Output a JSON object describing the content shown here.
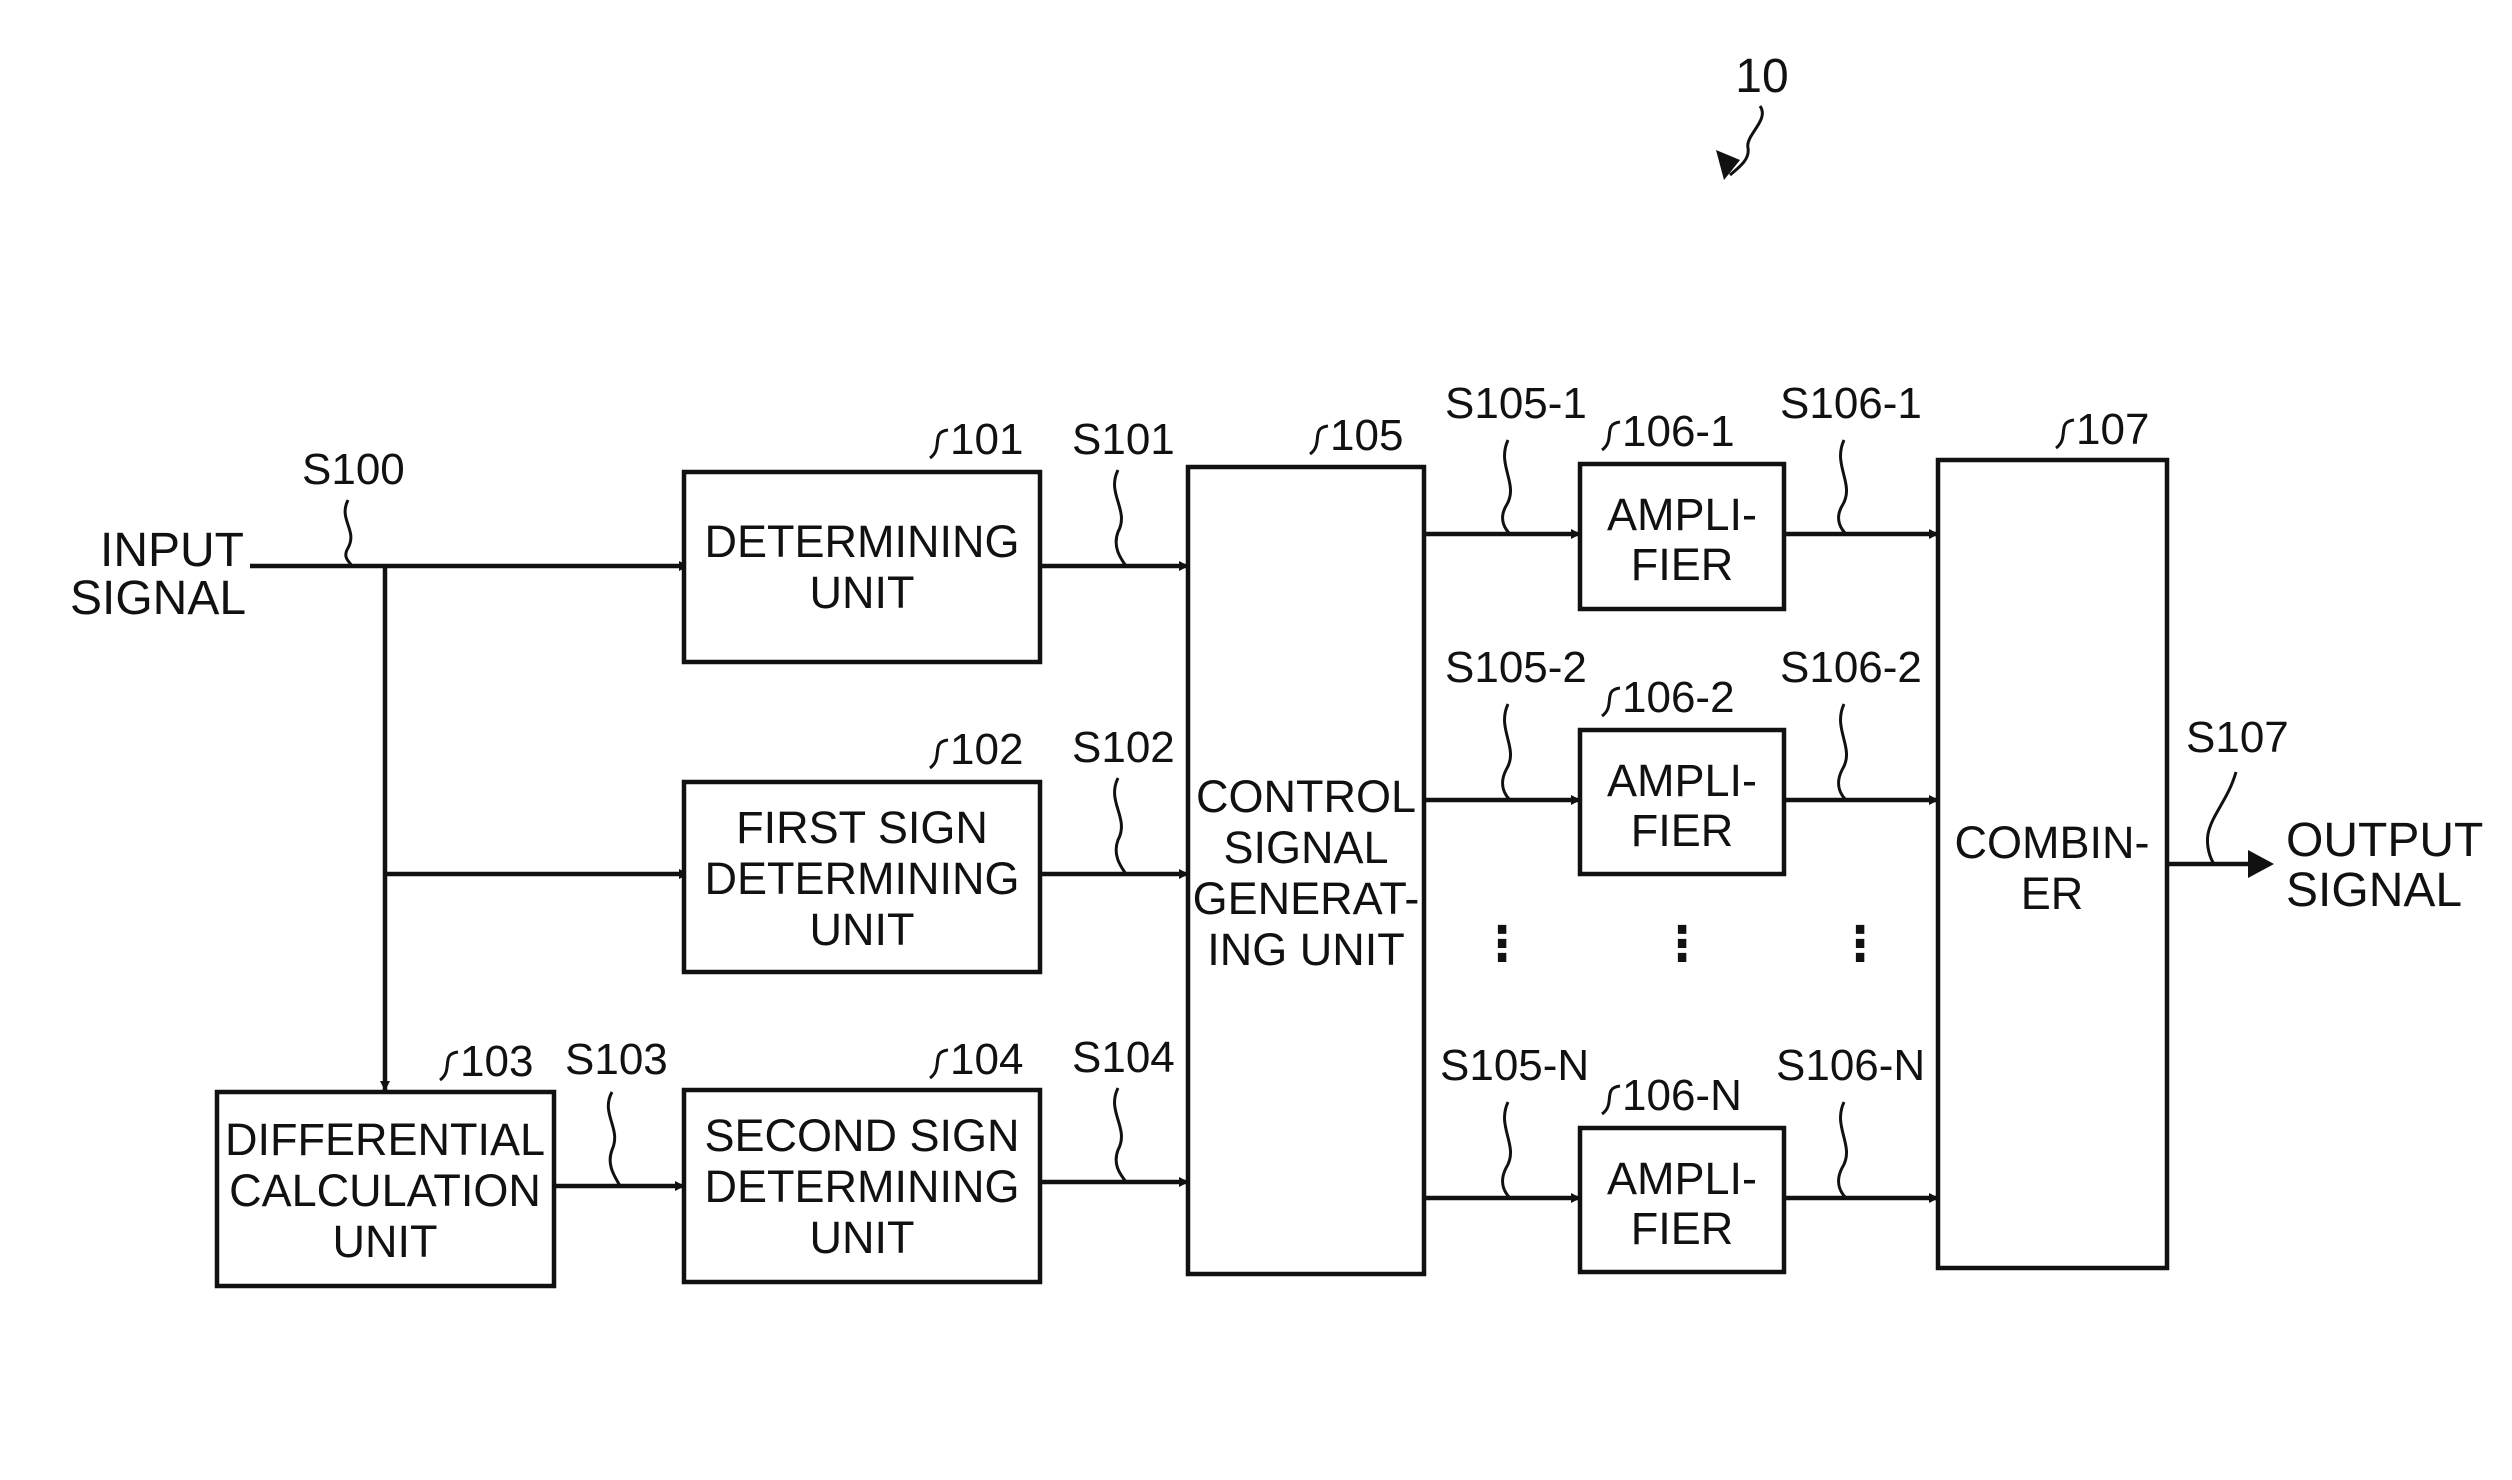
{
  "figure": {
    "ref": "10",
    "input": [
      "INPUT",
      "SIGNAL"
    ],
    "output": [
      "OUTPUT",
      "SIGNAL"
    ],
    "ellipsis": "⋮",
    "blocks": {
      "b101": {
        "ref": "101",
        "lines": [
          "DETERMINING",
          "UNIT"
        ]
      },
      "b102": {
        "ref": "102",
        "lines": [
          "FIRST SIGN",
          "DETERMINING",
          "UNIT"
        ]
      },
      "b103": {
        "ref": "103",
        "lines": [
          "DIFFERENTIAL",
          "CALCULATION",
          "UNIT"
        ]
      },
      "b104": {
        "ref": "104",
        "lines": [
          "SECOND SIGN",
          "DETERMINING",
          "UNIT"
        ]
      },
      "b105": {
        "ref": "105",
        "lines": [
          "CONTROL",
          "SIGNAL",
          "GENERAT-",
          "ING UNIT"
        ]
      },
      "b106_1": {
        "ref": "106-1",
        "lines": [
          "AMPLI-",
          "FIER"
        ]
      },
      "b106_2": {
        "ref": "106-2",
        "lines": [
          "AMPLI-",
          "FIER"
        ]
      },
      "b106_n": {
        "ref": "106-N",
        "lines": [
          "AMPLI-",
          "FIER"
        ]
      },
      "b107": {
        "ref": "107",
        "lines": [
          "COMBIN-",
          "ER"
        ]
      }
    },
    "signals": {
      "s100": "S100",
      "s101": "S101",
      "s102": "S102",
      "s103": "S103",
      "s104": "S104",
      "s105_1": "S105-1",
      "s105_2": "S105-2",
      "s105_n": "S105-N",
      "s106_1": "S106-1",
      "s106_2": "S106-2",
      "s106_n": "S106-N",
      "s107": "S107"
    }
  }
}
